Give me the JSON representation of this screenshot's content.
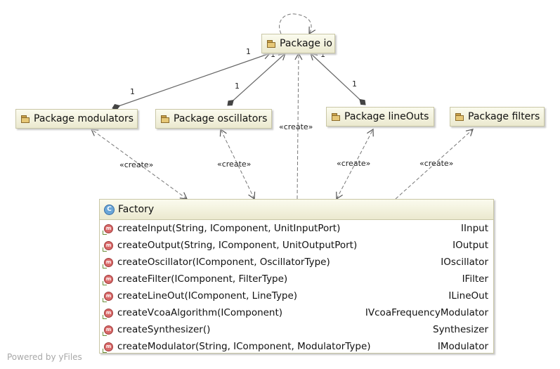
{
  "packages": {
    "io": "Package io",
    "modulators": "Package modulators",
    "oscillators": "Package oscillators",
    "lineouts": "Package lineOuts",
    "filters": "Package filters"
  },
  "edge_labels": {
    "create": "«create»",
    "mult_1": "1"
  },
  "factory": {
    "icon": "C",
    "name": "Factory",
    "method_icon": "m",
    "methods": [
      {
        "signature": "createInput(String, IComponent, UnitInputPort)",
        "returns": "IInput"
      },
      {
        "signature": "createOutput(String, IComponent, UnitOutputPort)",
        "returns": "IOutput"
      },
      {
        "signature": "createOscillator(IComponent, OscillatorType)",
        "returns": "IOscillator"
      },
      {
        "signature": "createFilter(IComponent, FilterType)",
        "returns": "IFilter"
      },
      {
        "signature": "createLineOut(IComponent, LineType)",
        "returns": "ILineOut"
      },
      {
        "signature": "createVcoaAlgorithm(IComponent)",
        "returns": "IVcoaFrequencyModulator"
      },
      {
        "signature": "createSynthesizer()",
        "returns": "Synthesizer"
      },
      {
        "signature": "createModulator(String, IComponent, ModulatorType)",
        "returns": "IModulator"
      }
    ]
  },
  "footer": "Powered by yFiles"
}
